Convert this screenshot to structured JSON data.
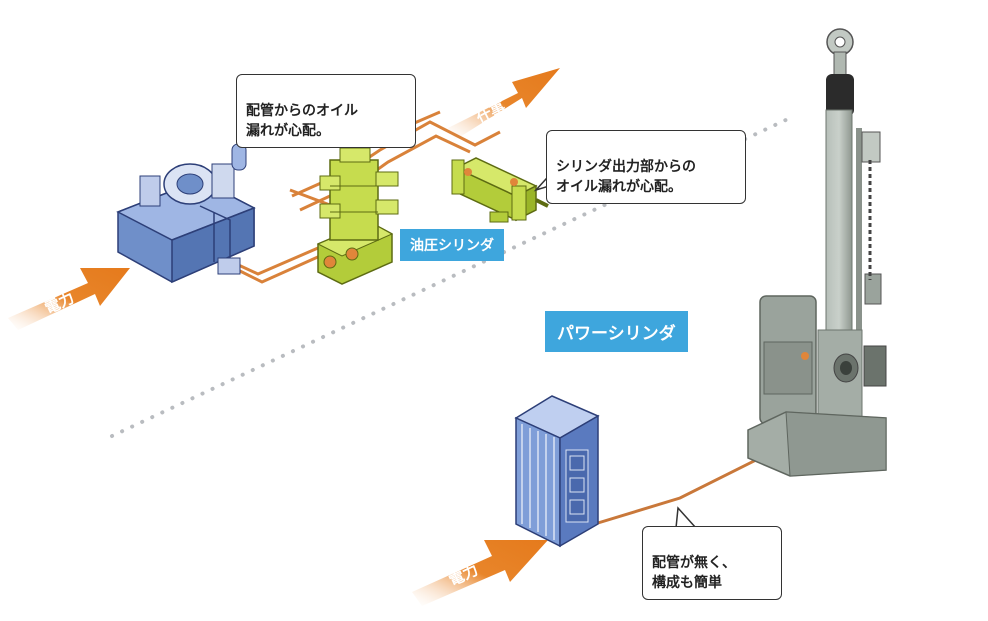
{
  "callouts": {
    "hydraulic_pipe_leak": "配管からのオイル\n漏れが心配。",
    "cylinder_output_leak": "シリンダ出力部からの\nオイル漏れが心配。",
    "no_piping_simple": "配管が無く、\n構成も簡単"
  },
  "labels": {
    "hydraulic_cylinder": "油圧シリンダ",
    "power_cylinder": "パワーシリンダ"
  },
  "arrows": {
    "work_text": "仕事",
    "power_text_left": "電力",
    "power_text_bottom": "電力"
  },
  "colors": {
    "arrow_orange": "#e8852a",
    "pipe_orange": "#d9823a",
    "label_blue": "#3ea6dd",
    "machine_blue": "#6f8fc9",
    "valve_green": "#b3cc3a",
    "cylinder_grey": "#9aa39c"
  }
}
